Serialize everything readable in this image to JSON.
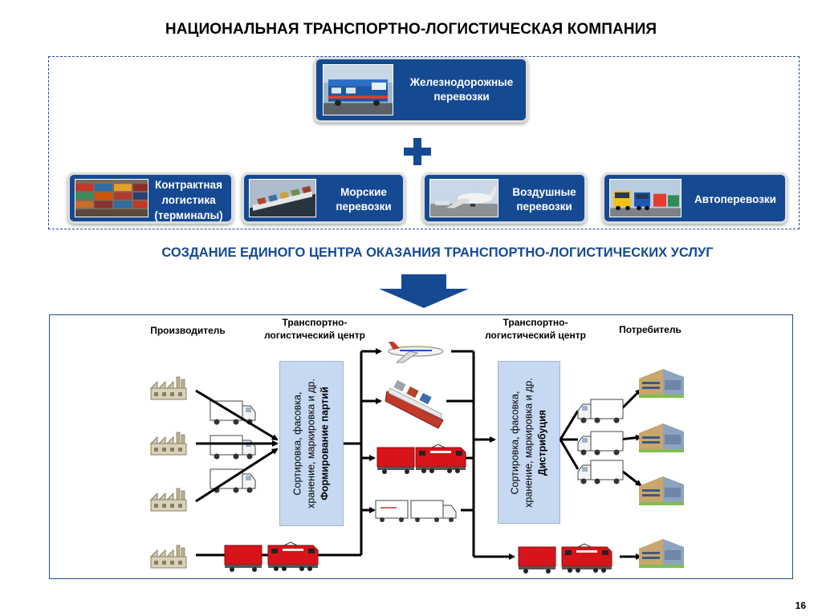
{
  "title": "НАЦИОНАЛЬНАЯ ТРАНСПОРТНО-ЛОГИСТИЧЕСКАЯ КОМПАНИЯ",
  "cards": {
    "rail": "Железнодорожные перевозки",
    "contract": "Контрактная логистика (терминалы)",
    "sea": "Морские перевозки",
    "air": "Воздушные перевозки",
    "auto": "Автоперевозки"
  },
  "subtitle": "СОЗДАНИЕ ЕДИНОГО ЦЕНТРА ОКАЗАНИЯ ТРАНСПОРТНО-ЛОГИСТИЧЕСКИХ УСЛУГ",
  "flow": {
    "producer": "Производитель",
    "tlc_left": "Транспортно-логистический центр",
    "tlc_right": "Транспортно-логистический центр",
    "consumer": "Потребитель",
    "left_box_line1": "Сортировка, фасовка,",
    "left_box_line2": "хранение, маркировка и др.",
    "left_box_bold": "Формирование партий",
    "right_box_line1": "Сортировка, фасовка,",
    "right_box_line2": "хранение, маркировка и др.",
    "right_box_bold": "Дистрибуция"
  },
  "page_number": "16",
  "colors": {
    "brand_blue": "#154a92",
    "panel_blue": "#c6d9f1",
    "train_red": "#d7141a"
  }
}
